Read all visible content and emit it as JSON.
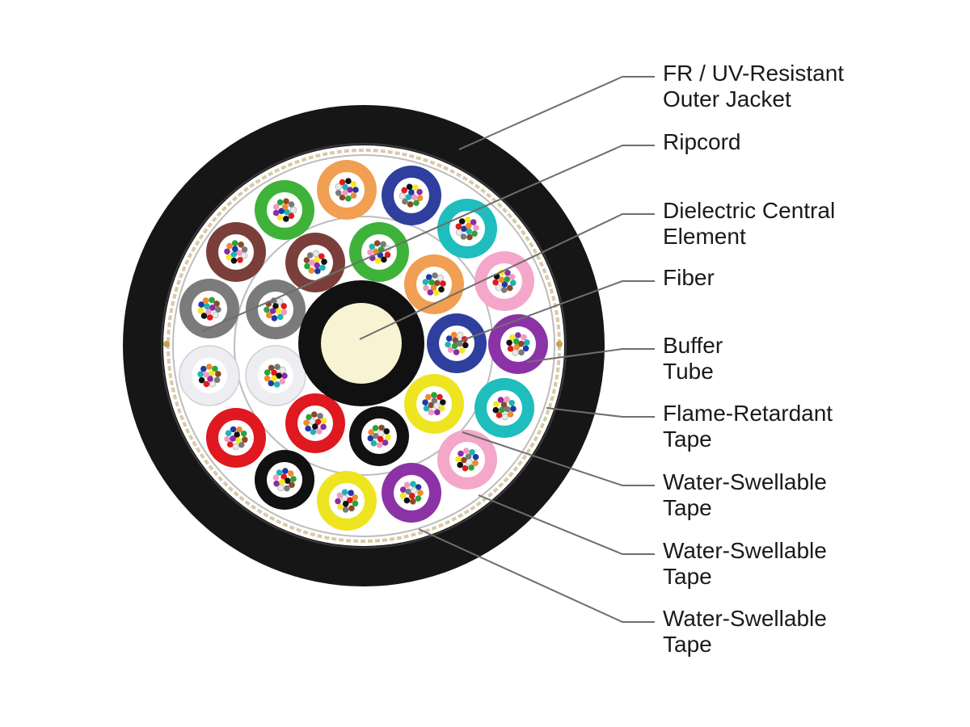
{
  "colors": {
    "jacket": "#161616",
    "jacket_edge": "#3a3a3a",
    "core_fill": "#ffffff",
    "ripcord": "#c8a050",
    "flame_tape": "#d8c9a8",
    "swell_tape": "#bdbdbd",
    "central_element": "#f8f3d2",
    "central_ring": "#111111",
    "leader": "#6e6e6e"
  },
  "fiber_colors": [
    "#1f3aa6",
    "#f08a2c",
    "#2aa33a",
    "#8a4a2a",
    "#7a7a7a",
    "#eaeaea",
    "#e01b1b",
    "#111111",
    "#f3e81f",
    "#8a2ca8",
    "#f19ac0",
    "#1fb3b0"
  ],
  "buffer_tubes": [
    {
      "color": "#f19f52",
      "ring": "outer"
    },
    {
      "color": "#2f3f9e",
      "ring": "outer"
    },
    {
      "color": "#1fbdbd",
      "ring": "outer"
    },
    {
      "color": "#f4a7c9",
      "ring": "outer"
    },
    {
      "color": "#8b33a6",
      "ring": "outer"
    },
    {
      "color": "#1fbdbd",
      "ring": "outer"
    },
    {
      "color": "#f4a7c9",
      "ring": "outer"
    },
    {
      "color": "#8b33a6",
      "ring": "outer"
    },
    {
      "color": "#eee520",
      "ring": "outer"
    },
    {
      "color": "#111111",
      "ring": "outer"
    },
    {
      "color": "#e0181f",
      "ring": "outer"
    },
    {
      "color": "#eeeef2",
      "ring": "outer"
    },
    {
      "color": "#7b7b7b",
      "ring": "outer"
    },
    {
      "color": "#7a3f3a",
      "ring": "outer"
    },
    {
      "color": "#3fb23a",
      "ring": "outer"
    },
    {
      "color": "#3fb23a",
      "ring": "inner"
    },
    {
      "color": "#f19f52",
      "ring": "inner"
    },
    {
      "color": "#2f3f9e",
      "ring": "inner"
    },
    {
      "color": "#eee520",
      "ring": "inner"
    },
    {
      "color": "#111111",
      "ring": "inner"
    },
    {
      "color": "#e0181f",
      "ring": "inner"
    },
    {
      "color": "#eeeef2",
      "ring": "inner"
    },
    {
      "color": "#7b7b7b",
      "ring": "inner"
    },
    {
      "color": "#7a3f3a",
      "ring": "inner"
    }
  ],
  "labels": [
    {
      "id": "outer-jacket",
      "lines": [
        "FR / UV-Resistant",
        "Outer Jacket"
      ]
    },
    {
      "id": "ripcord",
      "lines": [
        "Ripcord"
      ]
    },
    {
      "id": "central-element",
      "lines": [
        "Dielectric Central",
        "Element"
      ]
    },
    {
      "id": "fiber",
      "lines": [
        "Fiber"
      ]
    },
    {
      "id": "buffer-tube",
      "lines": [
        "Buffer",
        "Tube"
      ]
    },
    {
      "id": "flame-tape",
      "lines": [
        "Flame-Retardant",
        "Tape"
      ]
    },
    {
      "id": "swell-tape-1",
      "lines": [
        "Water-Swellable",
        "Tape"
      ]
    },
    {
      "id": "swell-tape-2",
      "lines": [
        "Water-Swellable",
        "Tape"
      ]
    },
    {
      "id": "swell-tape-3",
      "lines": [
        "Water-Swellable",
        "Tape"
      ]
    }
  ]
}
